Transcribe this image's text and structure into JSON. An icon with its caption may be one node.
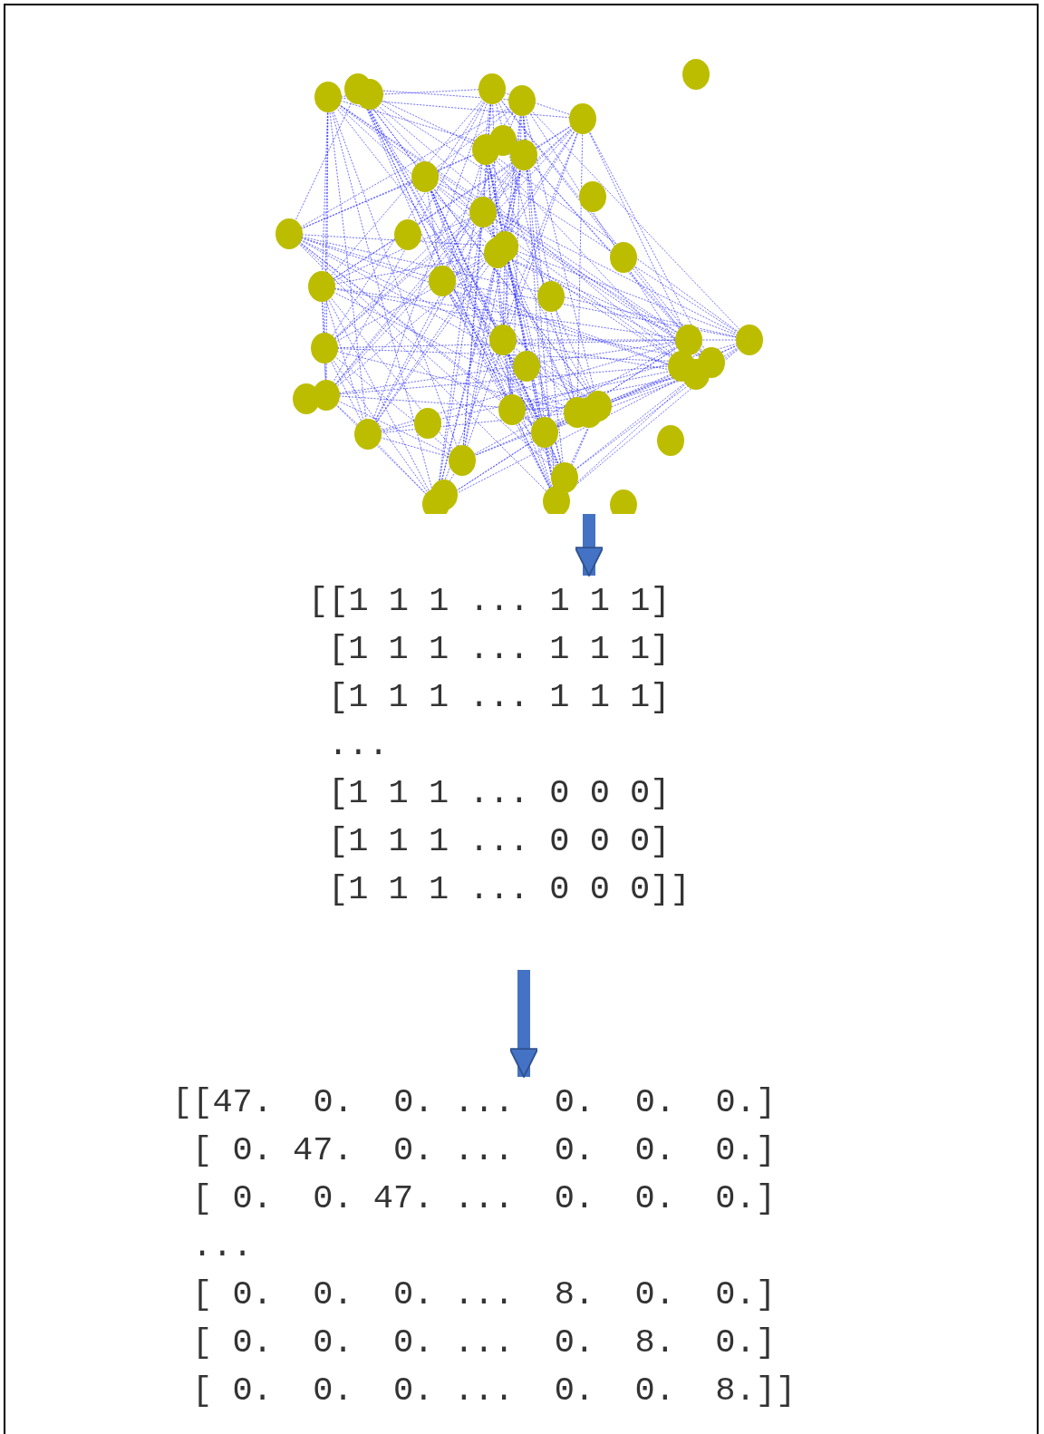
{
  "diagram": {
    "nodes": [
      {
        "text": [],
        "shape": "picture"
      },
      {
        "text": [
          "[[1 1 1 ... 1 1 1]",
          "[1 1 1 ... 1 1 1]",
          "[1 1 1 ... 1 1 1]",
          "...",
          "[1 1 1 ... 0 0 0]",
          "[1 1 1 ... 0 0 0]",
          "[1 1 1 ... 0 0 0]]"
        ]
      },
      {
        "text": [
          "[[47.  0.  0. ...  0.  0.  0.]",
          "[ 0. 47.  0. ...  0.  0.  0.]",
          "[ 0.  0. 47. ...  0.  0.  0.]",
          "...",
          "[ 0.  0.  0. ...  8.  0.  0.]",
          "[ 0.  0.  0. ...  0.  8.  0.]",
          "[ 0.  0.  0. ...  0.  0.  8.]]"
        ]
      }
    ],
    "edges": [
      {
        "from": 0,
        "to": 1,
        "arrow": "to"
      },
      {
        "from": 1,
        "to": 2,
        "arrow": "to"
      }
    ]
  }
}
